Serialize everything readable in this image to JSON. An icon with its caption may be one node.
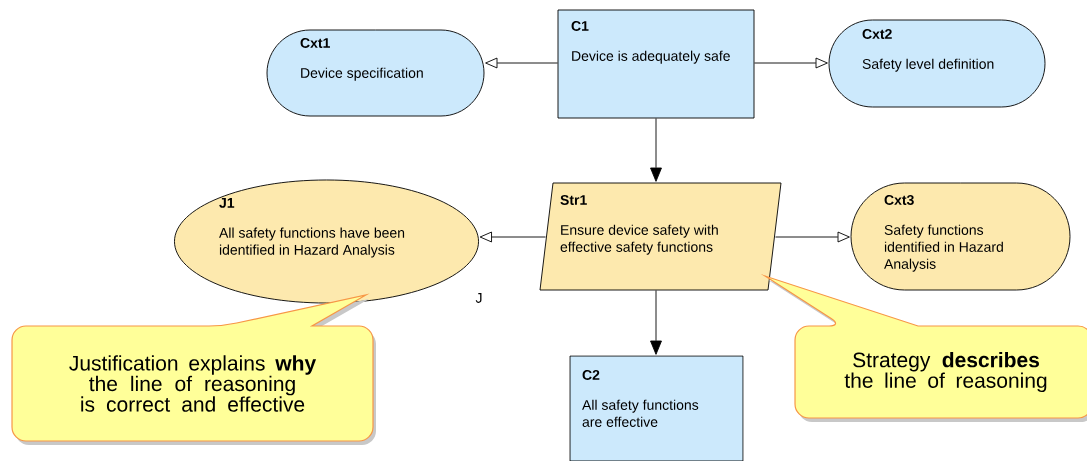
{
  "diagram": {
    "nodes": [
      {
        "text": [
          "C1",
          "Device is adequately safe"
        ]
      },
      {
        "text": [
          "Cxt1",
          "Device specification"
        ]
      },
      {
        "text": [
          "Cxt2",
          "Safety level definition"
        ]
      },
      {
        "text": [
          "Str1",
          "Ensure device safety with effective safety functions"
        ]
      },
      {
        "text": [
          "J1",
          "All safety functions have been identified in Hazard Analysis"
        ],
        "beside": [
          "J"
        ]
      },
      {
        "text": [
          "Cxt3",
          "Safety functions identified in Hazard Analysis"
        ]
      },
      {
        "text": [
          "C2",
          "All safety functions are effective"
        ]
      },
      {
        "text": [
          "Justification explains **why** the line of reasoning is correct and effective"
        ]
      },
      {
        "text": [
          "Strategy **describes** the line of reasoning"
        ]
      }
    ],
    "edges": [
      {
        "from": 0,
        "to": 1,
        "arrow": "to"
      },
      {
        "from": 0,
        "to": 2,
        "arrow": "to"
      },
      {
        "from": 0,
        "to": 3,
        "arrow": "to"
      },
      {
        "from": 3,
        "to": 4,
        "arrow": "to"
      },
      {
        "from": 3,
        "to": 5,
        "arrow": "to"
      },
      {
        "from": 3,
        "to": 6,
        "arrow": "to"
      }
    ]
  }
}
